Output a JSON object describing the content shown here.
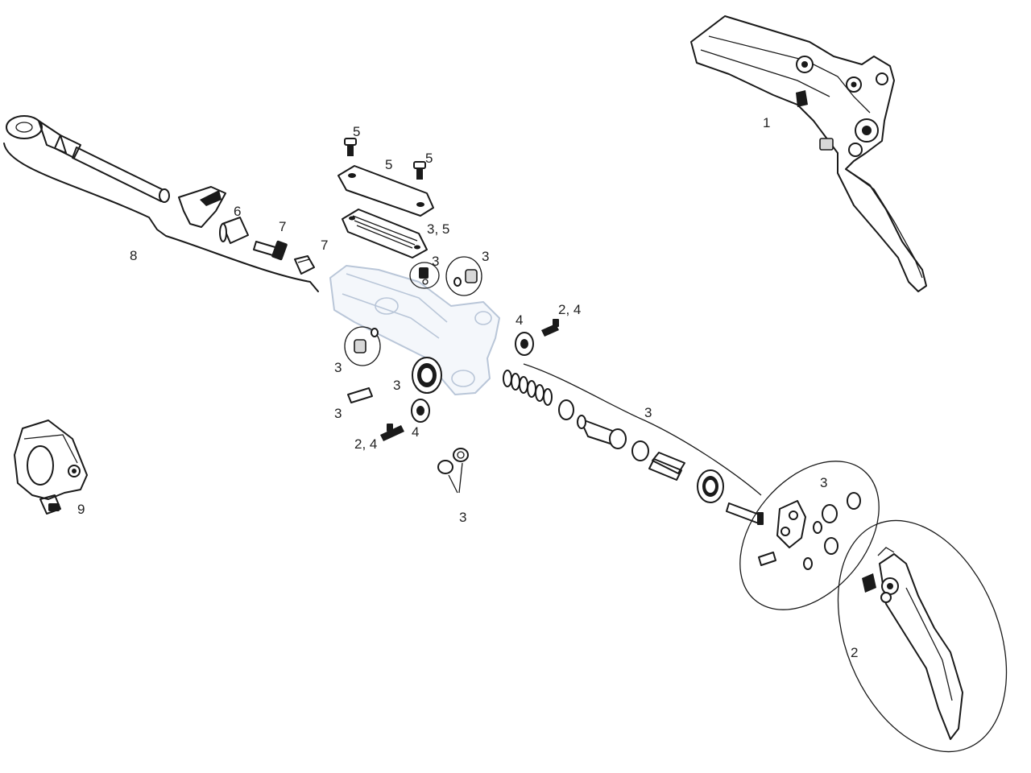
{
  "labels": {
    "part1": "1",
    "part2": "2",
    "part3_spring_group": "3",
    "part3_group_a": "3",
    "part3_group_b": "3",
    "part3_group_c": "3",
    "part3_left_plug": "3",
    "part3_pin": "3",
    "part3_bearing_ring": "3",
    "part3_cap_plug": "3",
    "part3_cap": "3",
    "part3_seals": "3",
    "part3_5": "3, 5",
    "part4_left": "4",
    "part4_right": "4",
    "part2_4_left": "2, 4",
    "part2_4_right": "2, 4",
    "part5_screw_top": "5",
    "part5_screw_right": "5",
    "part5_lid": "5",
    "part6": "6",
    "part7_bolt": "7",
    "part7_nut": "7",
    "part8": "8",
    "part9": "9"
  }
}
